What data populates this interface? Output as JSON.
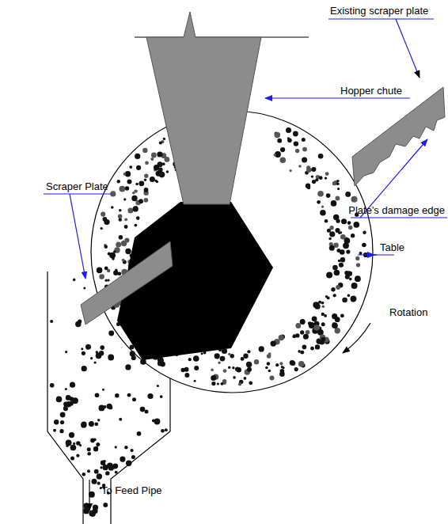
{
  "diagram": {
    "labels": [
      "Existing scraper plate",
      "Hopper chute",
      "Plate's damage edge",
      "Scraper Plate",
      "Table",
      "Rotation",
      "To Feed Pipe"
    ]
  }
}
